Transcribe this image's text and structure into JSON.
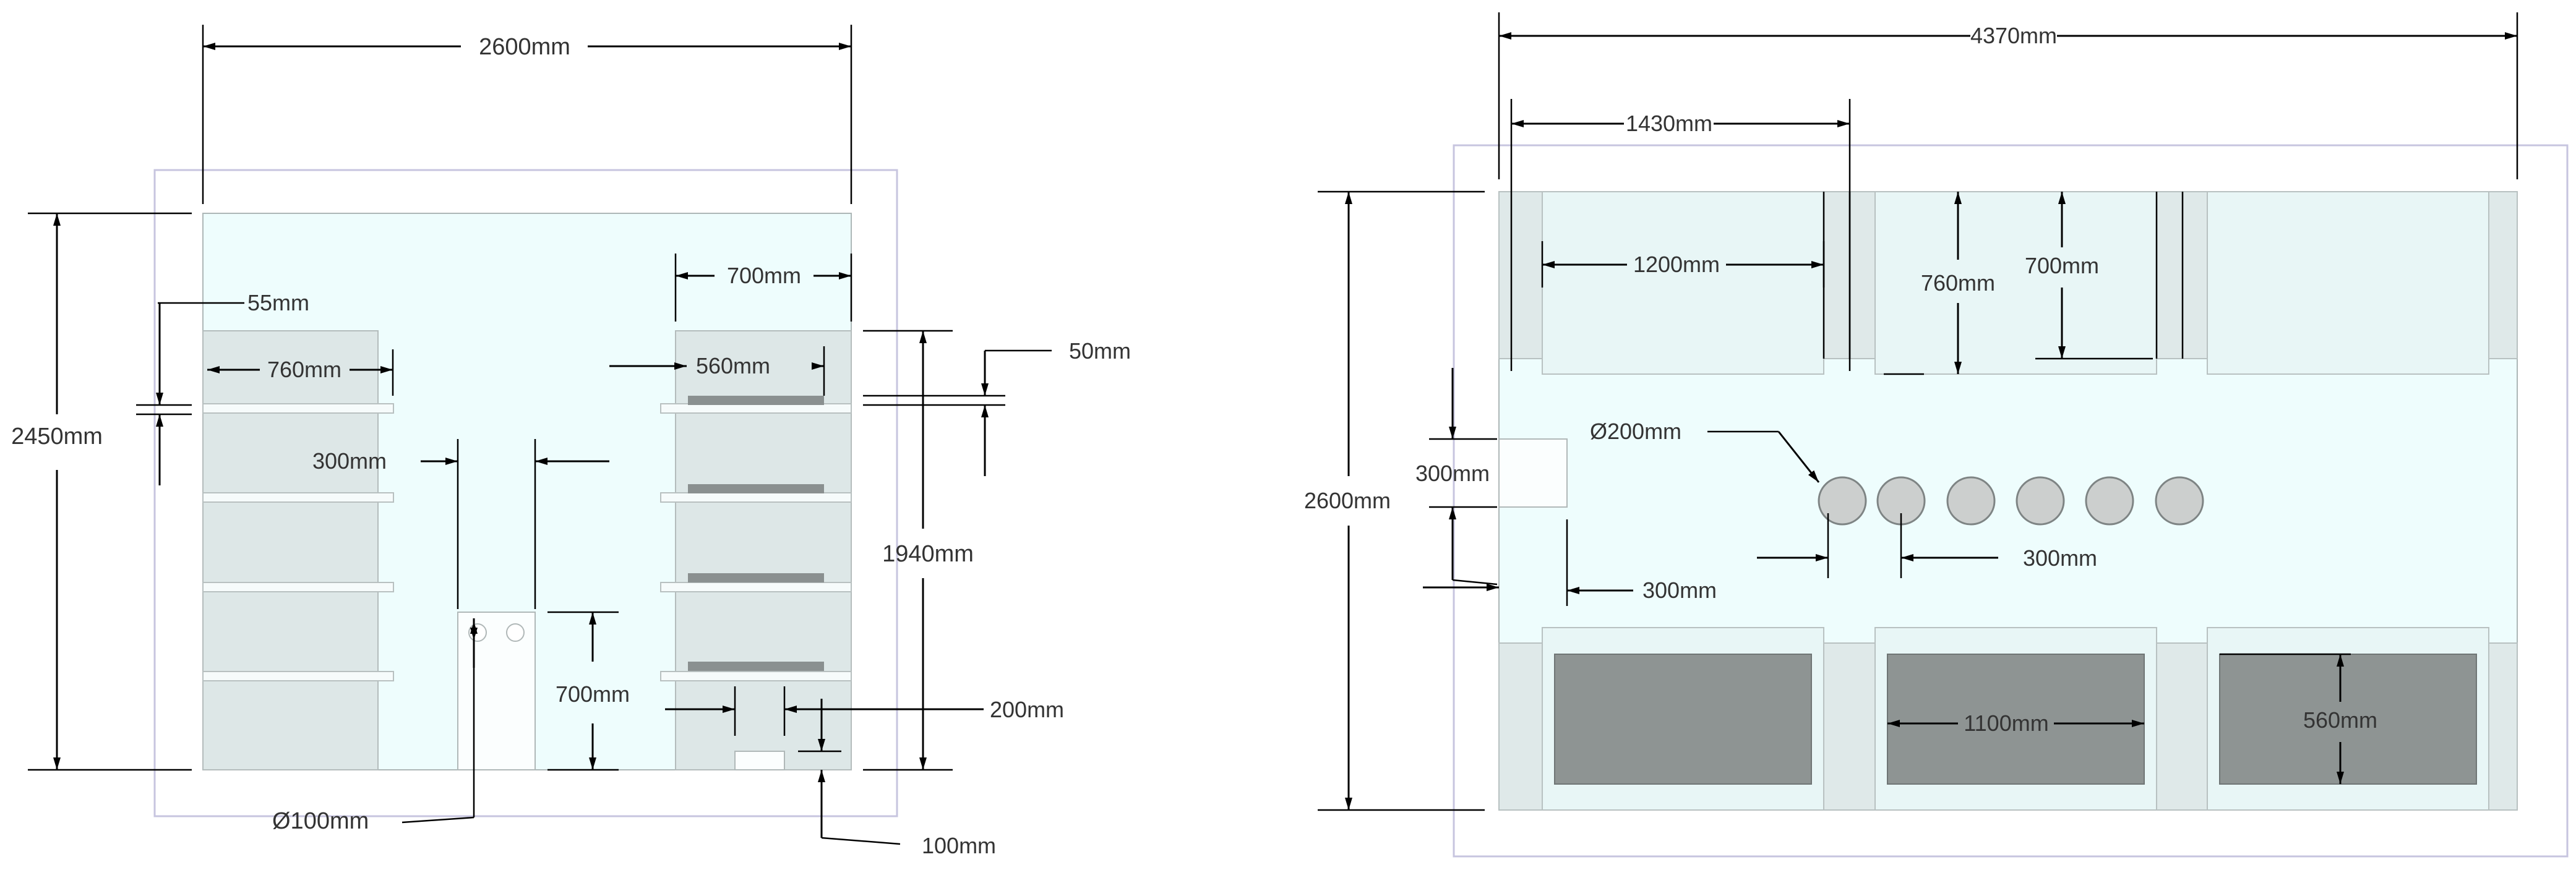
{
  "elevation": {
    "dim_width_total": "2600mm",
    "dim_height_total": "2450mm",
    "dim_left_shelf_width": "760mm",
    "dim_top_offset": "55mm",
    "dim_gap": "300mm",
    "dim_right_unit_width": "700mm",
    "dim_inner_width": "560mm",
    "dim_shelf_thickness": "50mm",
    "dim_right_unit_height": "1940mm",
    "dim_cabinet_height": "700mm",
    "dim_small_gap": "200mm",
    "dim_pipe": "Ø100mm",
    "dim_base": "100mm"
  },
  "plan": {
    "dim_width_total": "4370mm",
    "dim_cabinet_span": "1430mm",
    "dim_inner_width": "1200mm",
    "dim_depth_outer": "760mm",
    "dim_depth_inner": "700mm",
    "dim_height_total": "2600mm",
    "dim_side_opening": "300mm",
    "dim_circle_diameter": "Ø200mm",
    "dim_circle_spacing": "300mm",
    "dim_side_offset": "300mm",
    "dim_sink_width": "1100mm",
    "dim_sink_depth": "560mm"
  },
  "colors": {
    "wall_fill": "#eefdfd",
    "panel_fill": "#dde7e7",
    "tray_fill": "#8a9090",
    "outline": "#c7c5df"
  }
}
